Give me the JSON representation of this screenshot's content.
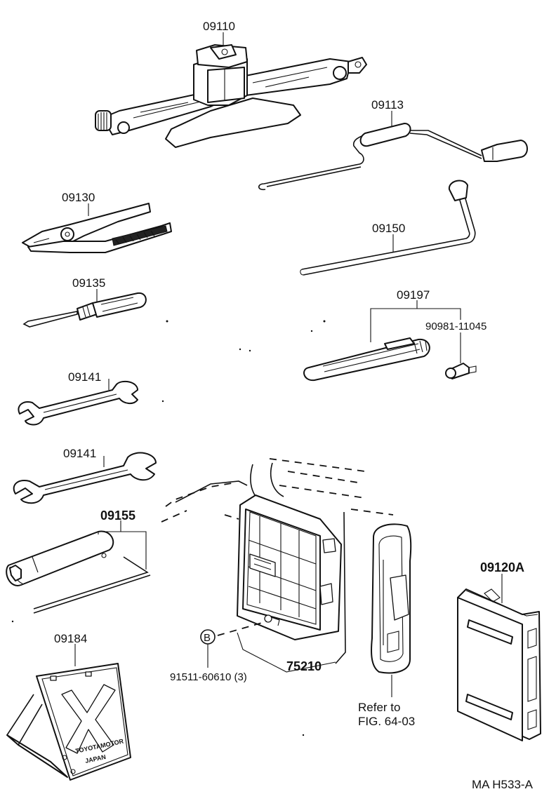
{
  "labels": {
    "jack": "09110",
    "jack_handle": "09113",
    "pliers": "09130",
    "screwdriver": "09135",
    "wrench_small": "09141",
    "wrench_large": "09141",
    "plug_wrench": "09155",
    "triangle": "09184",
    "crank_bar": "09150",
    "bulb_set": "09197",
    "bulb_part": "90981-11045",
    "tool_bag": "09120A",
    "tray": "75210",
    "bolt": "91511-60610 (3)",
    "bolt_marker": "B",
    "refer_line1": "Refer to",
    "refer_line2": "FIG. 64-03",
    "drawing_code": "MA H533-A"
  },
  "stamp": {
    "line1": "TOYOTAMOTOR",
    "line2": "JAPAN"
  }
}
